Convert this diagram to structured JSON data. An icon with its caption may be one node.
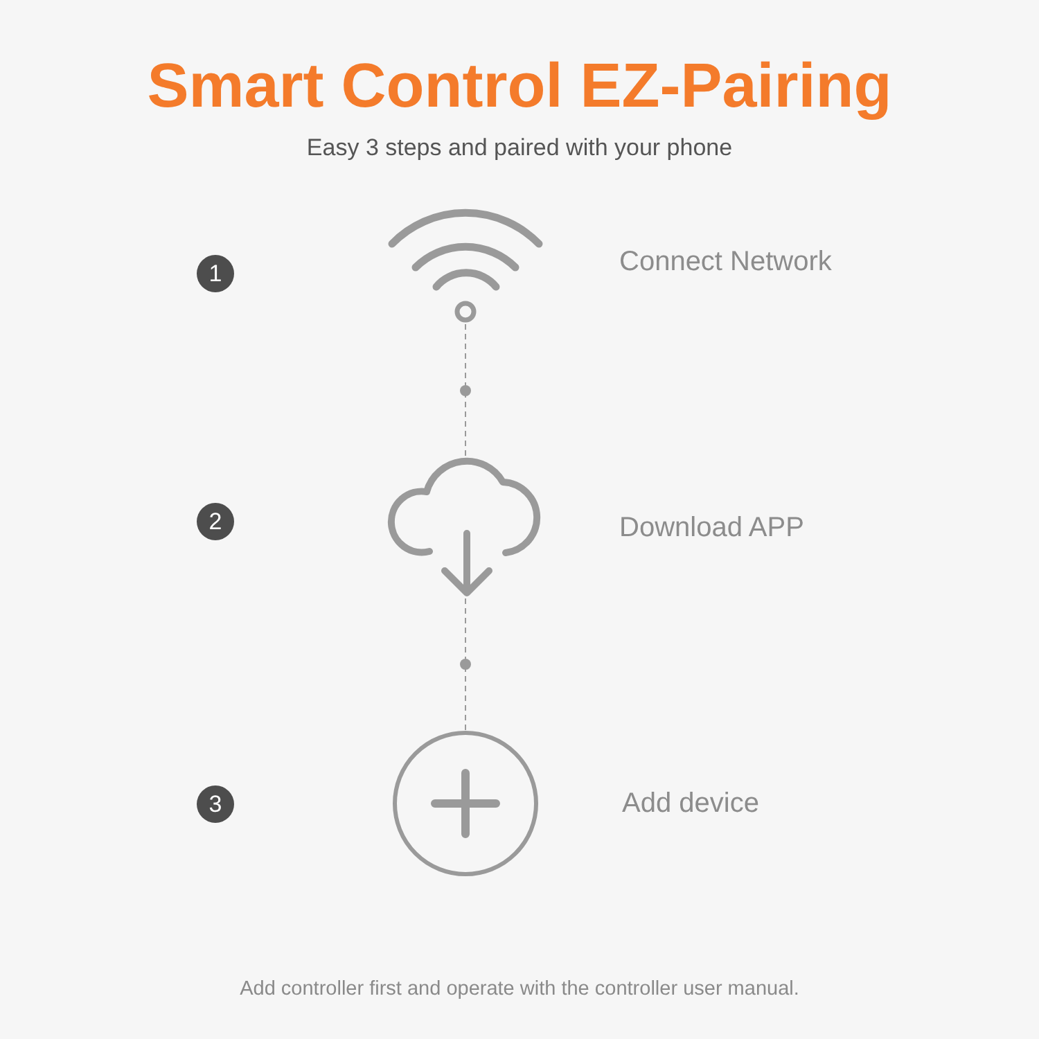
{
  "diagram": {
    "title": "Smart Control EZ-Pairing",
    "caption": "Add controller first and operate with the controller user manual.",
    "nodes": [
      {
        "text": [
          "1"
        ]
      },
      {
        "text": [],
        "shape": "picture",
        "beside": [
          "Connect Network"
        ]
      },
      {
        "text": [
          "2"
        ]
      },
      {
        "text": [],
        "shape": "cloud",
        "beside": [
          "Download APP"
        ]
      },
      {
        "text": [
          "3"
        ]
      },
      {
        "text": [],
        "shape": "circle",
        "beside": [
          "Add device"
        ]
      }
    ],
    "edges": [
      {
        "from": 1,
        "to": 3,
        "arrow": "none",
        "style": "dashed"
      },
      {
        "from": 3,
        "to": 5,
        "arrow": "none",
        "style": "dashed"
      }
    ],
    "labels": [
      "Easy 3 steps and paired with your phone"
    ]
  }
}
